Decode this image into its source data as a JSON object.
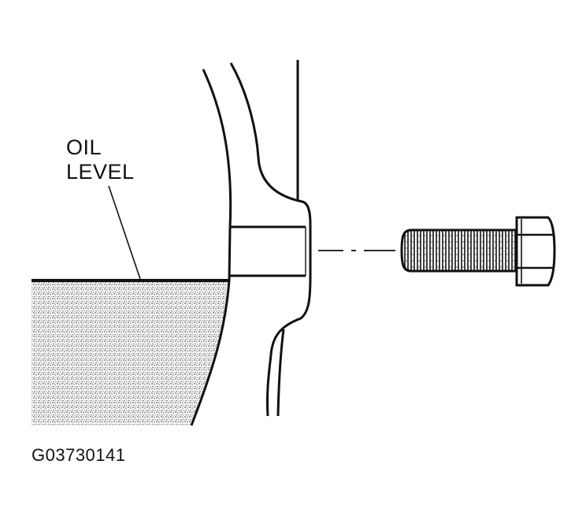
{
  "labels": {
    "oil_line_1": "OIL",
    "oil_line_2": "LEVEL",
    "figure_id": "G03730141"
  },
  "colors": {
    "ink": "#111111",
    "background": "#ffffff",
    "oil_shading": "#8a8a8a"
  },
  "icons": {
    "fill_plug": "bolt-icon"
  }
}
